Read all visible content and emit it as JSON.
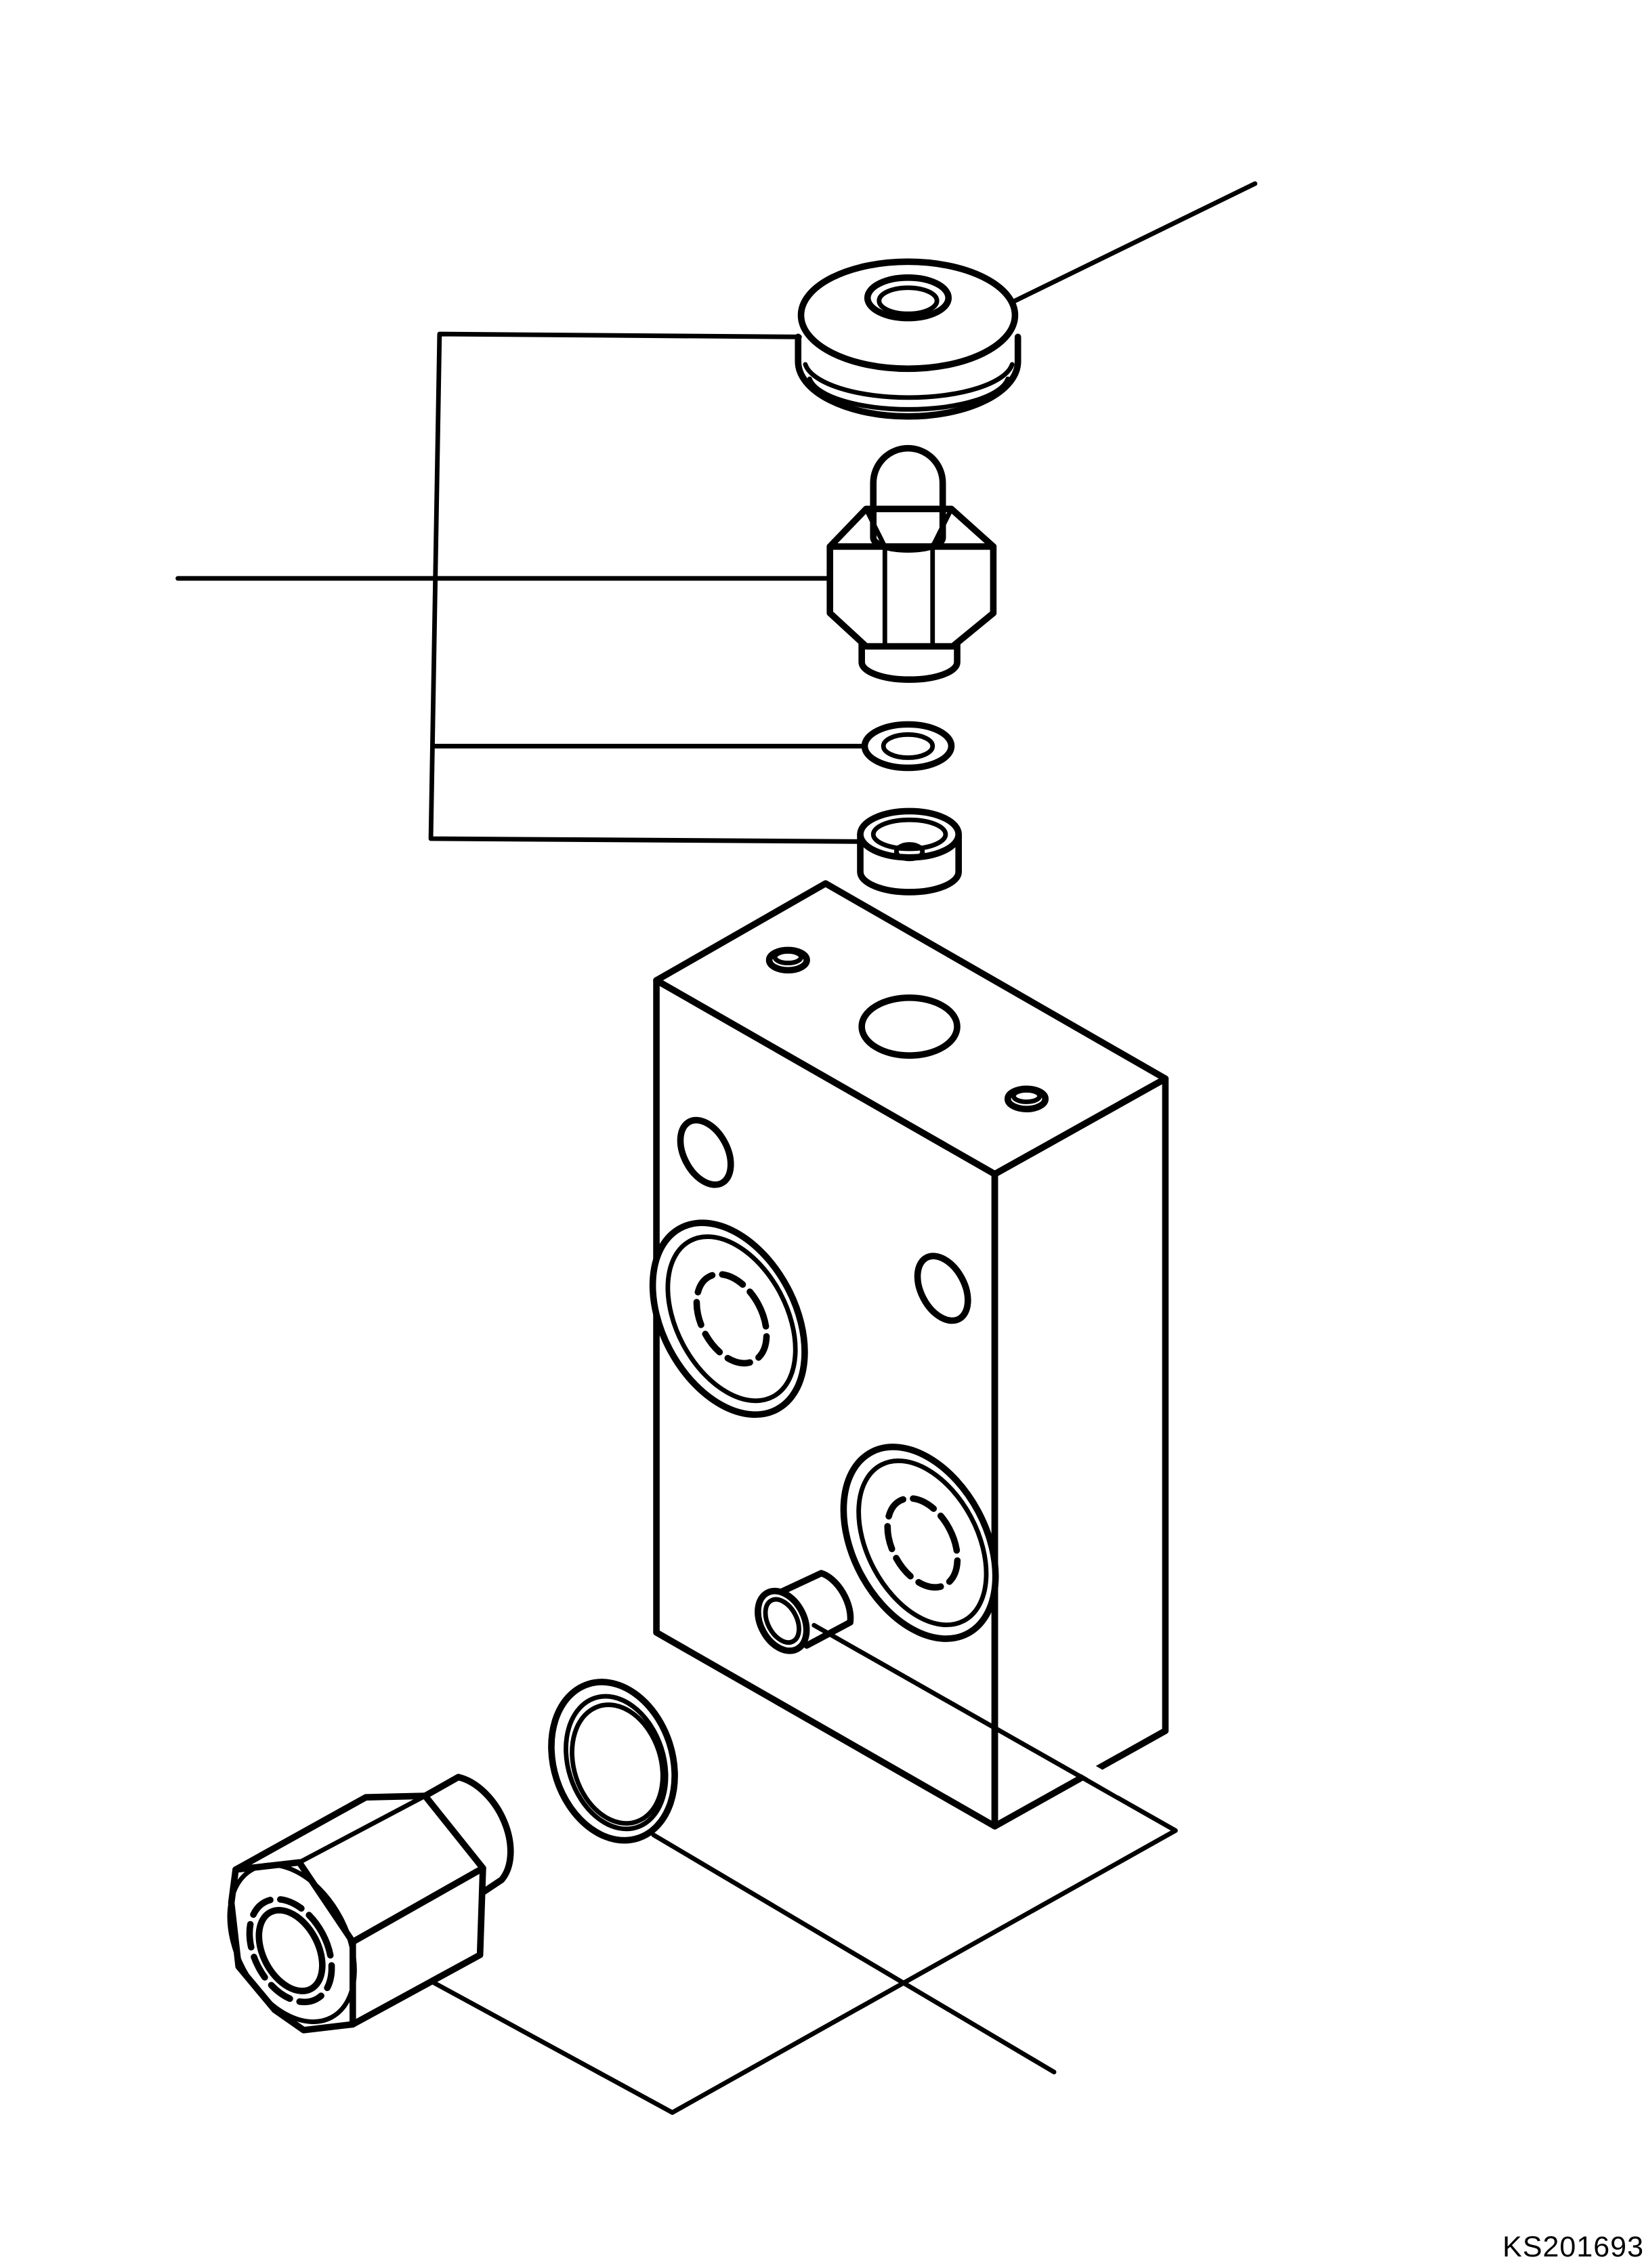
{
  "drawing": {
    "code": "KS201693",
    "line_color": "#000000",
    "background": "#ffffff"
  },
  "parts": [
    "cap",
    "plug",
    "washer",
    "cup-seat",
    "valve-block",
    "dowel-pin",
    "o-ring",
    "hex-connector"
  ]
}
